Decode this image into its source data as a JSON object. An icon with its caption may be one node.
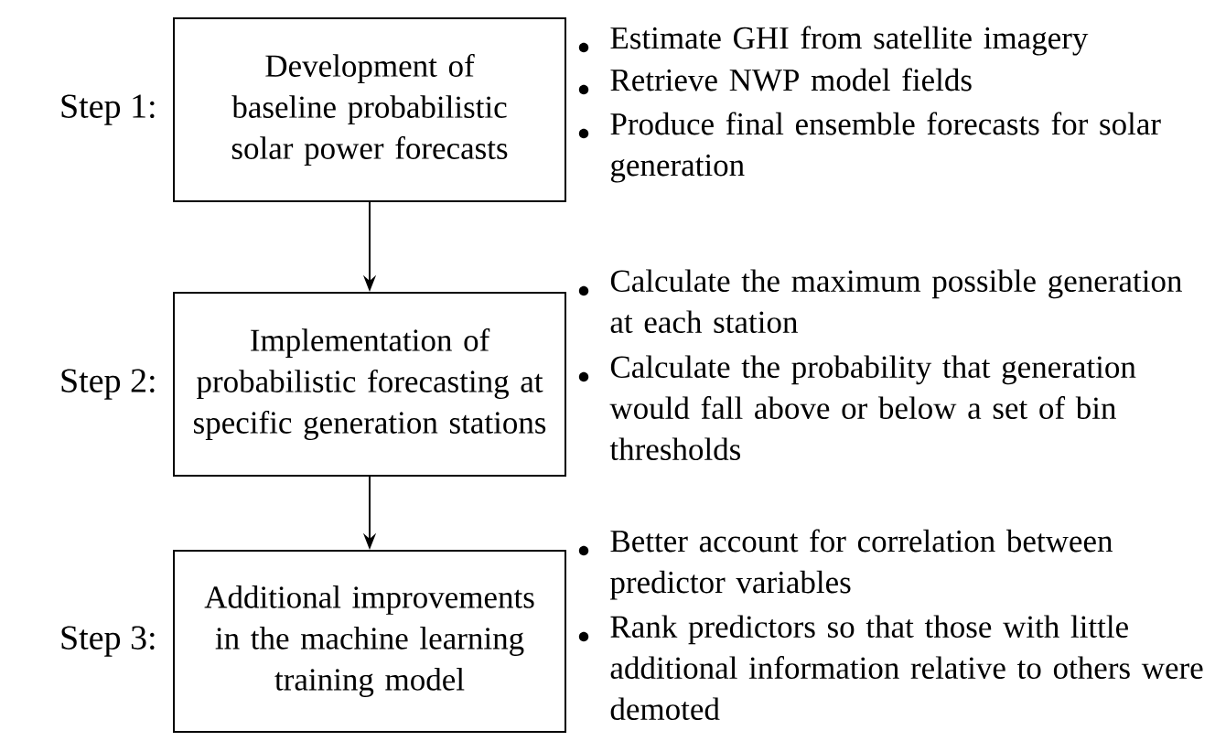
{
  "diagram": {
    "nodes": [
      {
        "text": [
          "Development of baseline probabilistic solar power forecasts"
        ],
        "beside": [
          "Step 1:",
          "Estimate GHI from satellite imagery",
          "Retrieve NWP model fields",
          "Produce final ensemble forecasts for solar generation"
        ]
      },
      {
        "text": [
          "Implementation of probabilistic forecasting at specific generation stations"
        ],
        "beside": [
          "Step 2:",
          "Calculate the maximum possible generation at each station",
          "Calculate the probability that generation would fall above or below a set of bin thresholds"
        ]
      },
      {
        "text": [
          "Additional improvements in the machine learning training model"
        ],
        "beside": [
          "Step 3:",
          "Better account for correlation between predictor variables",
          "Rank predictors so that those with little additional information relative to others were demoted"
        ]
      }
    ],
    "edges": [
      {
        "from": 0,
        "to": 1,
        "arrow": "to"
      },
      {
        "from": 1,
        "to": 2,
        "arrow": "to"
      }
    ]
  }
}
